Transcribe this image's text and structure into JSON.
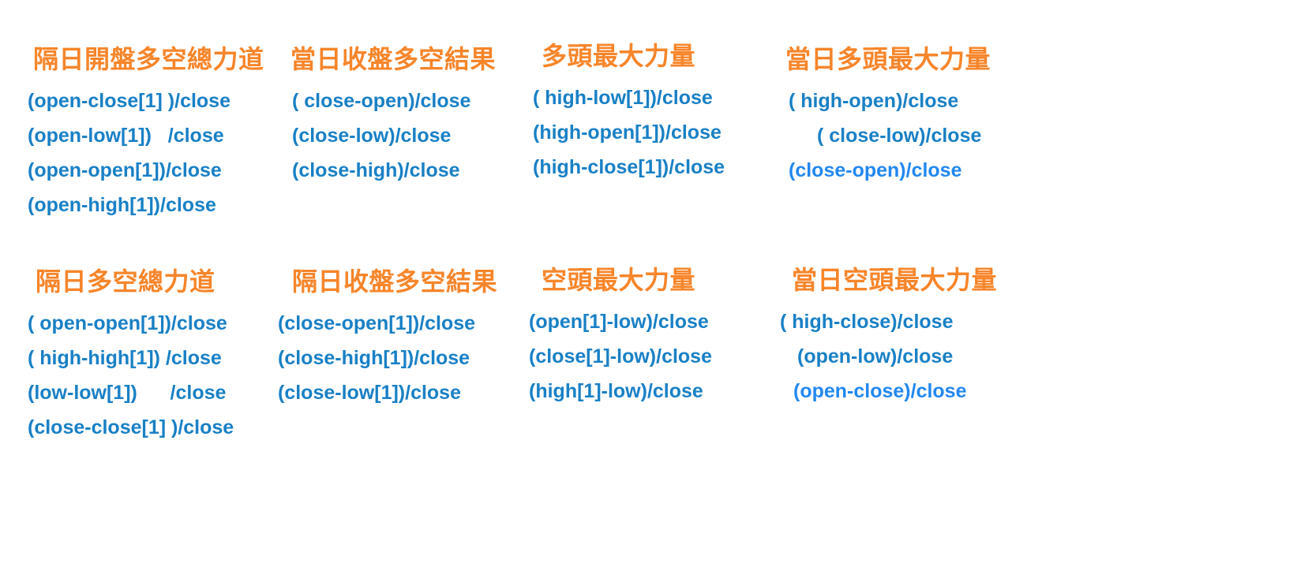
{
  "colors": {
    "title_orange": "#F7852A",
    "formula_blue": "#1980C6",
    "formula_bright_blue": "#2288F0",
    "background": "#FFFFFF"
  },
  "groups": [
    {
      "title": "隔日開盤多空總力道",
      "lines": [
        "(open-close[1] )/close",
        "(open-low[1])   /close",
        "(open-open[1])/close",
        "(open-high[1])/close"
      ]
    },
    {
      "title": "當日收盤多空結果",
      "lines": [
        "( close-open)/close",
        "(close-low)/close",
        "(close-high)/close"
      ]
    },
    {
      "title": "多頭最大力量",
      "lines": [
        "( high-low[1])/close",
        "(high-open[1])/close",
        "(high-close[1])/close"
      ]
    },
    {
      "title": "當日多頭最大力量",
      "lines": [
        "( high-open)/close",
        "( close-low)/close",
        "(close-open)/close"
      ]
    },
    {
      "title": "隔日多空總力道",
      "lines": [
        "( open-open[1])/close",
        "( high-high[1]) /close",
        "(low-low[1])      /close",
        "(close-close[1] )/close"
      ]
    },
    {
      "title": "隔日收盤多空結果",
      "lines": [
        "(close-open[1])/close",
        "(close-high[1])/close",
        "(close-low[1])/close"
      ]
    },
    {
      "title": "空頭最大力量",
      "lines": [
        "(open[1]-low)/close",
        "(close[1]-low)/close",
        "(high[1]-low)/close"
      ]
    },
    {
      "title": "當日空頭最大力量",
      "lines": [
        "( high-close)/close",
        "(open-low)/close",
        "(open-close)/close"
      ]
    }
  ]
}
